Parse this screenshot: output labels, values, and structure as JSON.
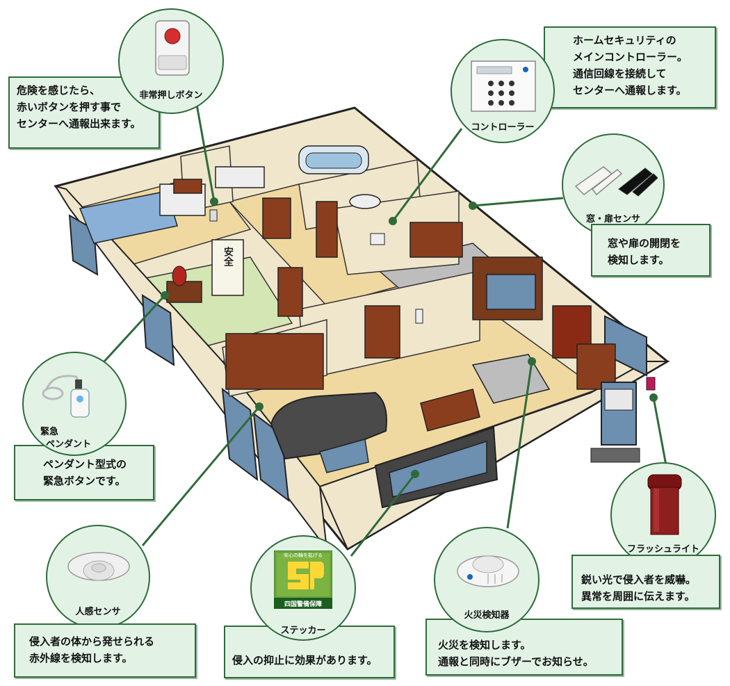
{
  "devices": {
    "panic_button": {
      "label": "非常押しボタン",
      "desc": [
        "危険を感じたら、",
        "赤いボタンを押す事で",
        "センターへ通報出来ます。"
      ]
    },
    "controller": {
      "label": "コントローラー",
      "desc": [
        "ホームセキュリティの",
        "メインコントローラー。",
        "通信回線を接続して",
        "センターへ通報します。"
      ]
    },
    "window_sensor": {
      "label": "窓・扉センサ",
      "desc": [
        "窓や扉の開閉を",
        "検知します。"
      ]
    },
    "pendant": {
      "label": [
        "緊急",
        "ペンダント"
      ],
      "desc": [
        "ペンダント型式の",
        "緊急ボタンです。"
      ]
    },
    "motion_sensor": {
      "label": "人感センサ",
      "desc": [
        "侵入者の体から発せられる",
        "赤外線を検知します。"
      ]
    },
    "sticker": {
      "label": "ステッカー",
      "desc": [
        "侵入の抑止に効果があります。"
      ],
      "logo_top_text": "安心の輪を拡げる",
      "logo_bottom_text": "四国警備保障"
    },
    "fire_detector": {
      "label": "火災検知器",
      "desc": [
        "火災を検知します。",
        "通報と同時にブザーでお知らせ。"
      ]
    },
    "flash_light": {
      "label": "フラッシュライト",
      "desc": [
        "鋭い光で侵入者を威嚇。",
        "異常を周囲に伝えます。"
      ]
    }
  },
  "hanging_scroll_text": "安全",
  "colors": {
    "frame_green": "#2f6a3b",
    "box_fill": "#e2f3e6",
    "floor_wood": "#f0d9a0",
    "furniture_brown": "#7a3a1c"
  }
}
